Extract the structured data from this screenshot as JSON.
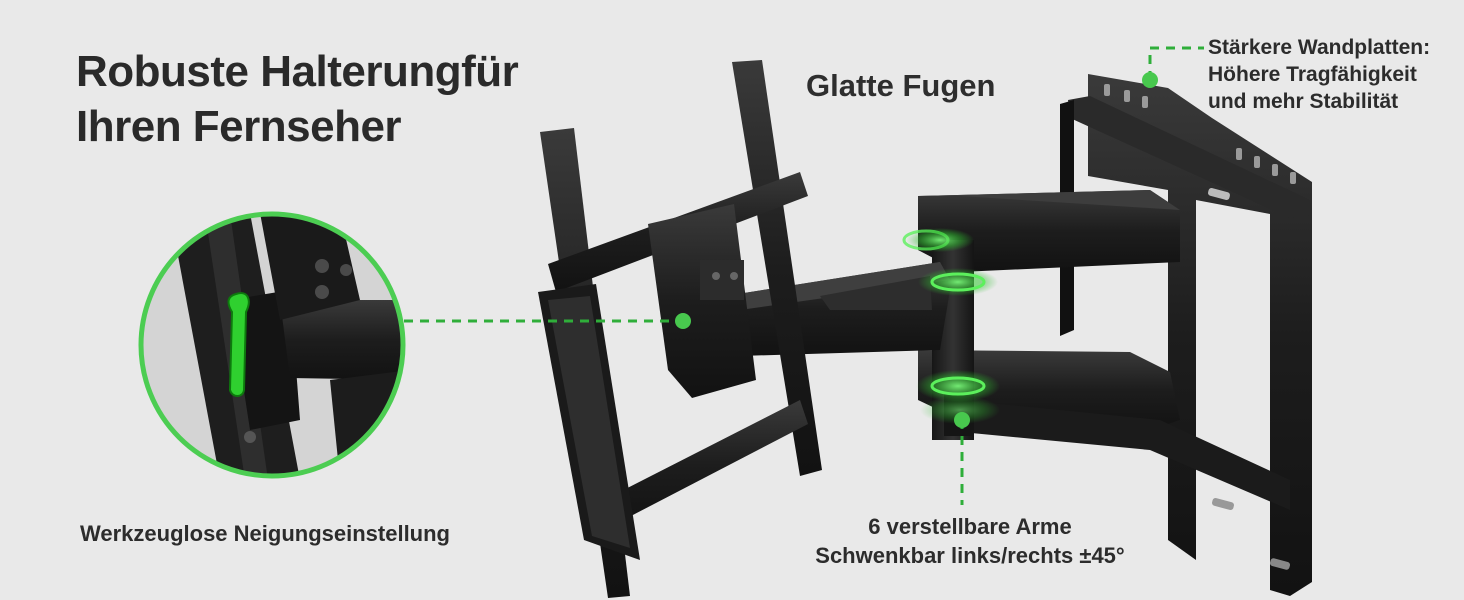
{
  "headline": {
    "line1": "Robuste Halterungfür",
    "line2": "Ihren Fernseher"
  },
  "callouts": {
    "joints": "Glatte Fugen",
    "wall_plate": {
      "line1": "Stärkere Wandplatten:",
      "line2": "Höhere Tragfähigkeit",
      "line3": "und mehr Stabilität"
    },
    "tilt": "Werkzeuglose Neigungseinstellung",
    "arms": {
      "line1": "6 verstellbare Arme",
      "line2": "Schwenkbar links/rechts ±45°"
    }
  },
  "colors": {
    "background": "#e9e9e9",
    "accent_green": "#3fc04a",
    "metal_dark": "#1c1c1c",
    "text": "#2c2c2c"
  }
}
